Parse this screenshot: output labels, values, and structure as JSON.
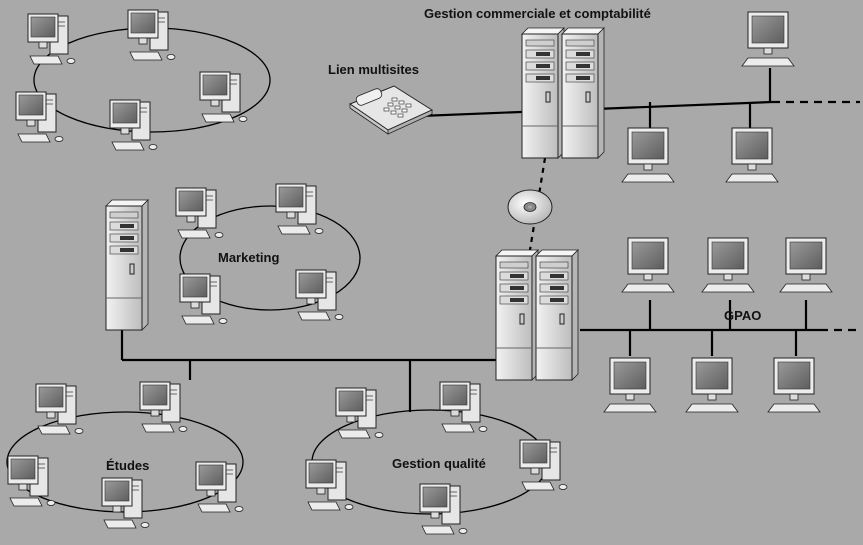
{
  "labels": {
    "gestion": "Gestion commerciale et comptabilité",
    "lien": "Lien multisites",
    "marketing": "Marketing",
    "gpao": "GPAO",
    "etudes": "Études",
    "qualite": "Gestion qualité"
  },
  "colors": {
    "background": "#a9a9a9",
    "line": "#000000",
    "device_body": "#e6e6e6",
    "screen": "#7a7a7a"
  }
}
